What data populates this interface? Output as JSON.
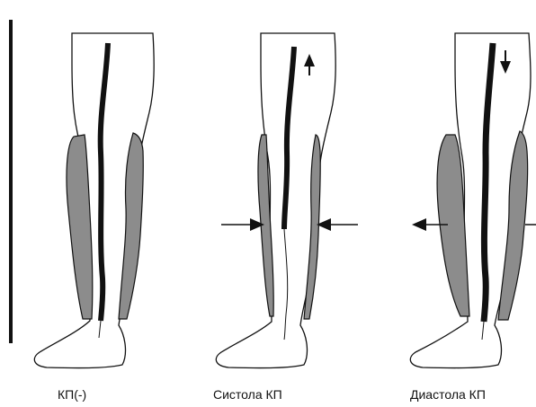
{
  "panels": [
    {
      "caption": "КП(-)"
    },
    {
      "caption": "Систола КП"
    },
    {
      "caption": "Диастола КП"
    }
  ],
  "colors": {
    "outline": "#111111",
    "muscle_fill": "#8c8c8c",
    "background": "#ffffff"
  },
  "icons": [
    "leg-outline",
    "calf-muscle",
    "vein",
    "arrow-up",
    "arrow-down",
    "arrow-left",
    "arrow-right"
  ]
}
